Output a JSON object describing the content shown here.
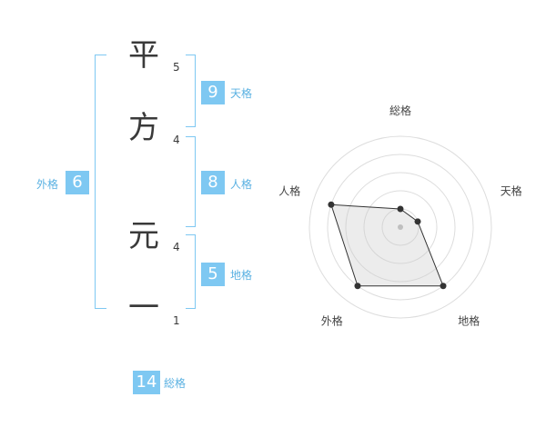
{
  "name": {
    "characters": [
      {
        "char": "平",
        "strokes": "5"
      },
      {
        "char": "方",
        "strokes": "4"
      },
      {
        "char": "元",
        "strokes": "4"
      },
      {
        "char": "一",
        "strokes": "1"
      }
    ]
  },
  "fortunes": {
    "tenkaku": {
      "value": "9",
      "label": "天格"
    },
    "jinkaku": {
      "value": "8",
      "label": "人格"
    },
    "chikaku": {
      "value": "5",
      "label": "地格"
    },
    "gaikaku": {
      "value": "6",
      "label": "外格"
    },
    "soukaku": {
      "value": "14",
      "label": "総格"
    }
  },
  "colors": {
    "accent": "#7ec8f2",
    "accent_text": "#5ab1e2",
    "text": "#3a3a3a"
  },
  "chart_data": {
    "type": "radar",
    "axes": [
      "総格",
      "天格",
      "地格",
      "外格",
      "人格"
    ],
    "values": [
      1,
      1,
      4,
      4,
      4
    ],
    "max": 5
  }
}
